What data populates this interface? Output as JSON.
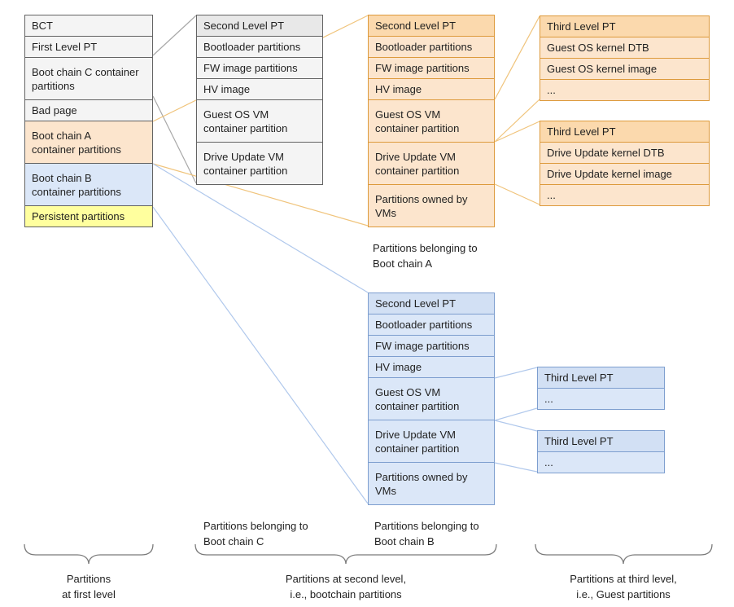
{
  "colors": {
    "gray_fill": "#f4f4f4",
    "gray_header_fill": "#e8e8e8",
    "gray_border": "#636363",
    "orange_fill": "#fce5cd",
    "orange_border": "#dd9a3c",
    "orange_connector": "#f0c47c",
    "blue_fill": "#dbe7f8",
    "blue_border": "#7d9ecf",
    "blue_connector": "#b0c8ec",
    "yellow_fill": "#ffff9e",
    "gray_connector": "#a8a8a8",
    "text": "#1f1f1f"
  },
  "tables": {
    "first_level": {
      "rows": [
        "BCT",
        "First Level PT",
        "Boot chain C container\npartitions",
        "Bad page",
        "Boot chain A\ncontainer partitions",
        "Boot chain B\ncontainer partitions",
        "Persistent partitions"
      ]
    },
    "second_level_c": {
      "header": "Second Level PT",
      "rows": [
        "Bootloader partitions",
        "FW image partitions",
        "HV image",
        "Guest OS VM\ncontainer partition",
        "Drive Update VM\ncontainer partition"
      ]
    },
    "second_level_a": {
      "header": "Second Level PT",
      "rows": [
        "Bootloader partitions",
        "FW image partitions",
        "HV image",
        "Guest OS VM\ncontainer partition",
        "Drive Update VM\ncontainer partition",
        "Partitions owned by\nVMs"
      ]
    },
    "second_level_b": {
      "header": "Second Level PT",
      "rows": [
        "Bootloader partitions",
        "FW image partitions",
        "HV image",
        "Guest OS VM\ncontainer partition",
        "Drive Update VM\ncontainer partition",
        "Partitions owned by\nVMs"
      ]
    },
    "third_guest_a": {
      "header": "Third Level PT",
      "rows": [
        "Guest OS kernel DTB",
        "Guest OS kernel image",
        "..."
      ]
    },
    "third_drive_a": {
      "header": "Third Level PT",
      "rows": [
        "Drive Update kernel DTB",
        "Drive Update kernel image",
        "..."
      ]
    },
    "third_guest_b": {
      "header": "Third Level PT",
      "rows": [
        "..."
      ]
    },
    "third_drive_b": {
      "header": "Third Level PT",
      "rows": [
        "..."
      ]
    }
  },
  "labels": {
    "boot_chain_a": "Partitions belonging to\nBoot chain A",
    "boot_chain_c": "Partitions belonging to\nBoot chain C",
    "boot_chain_b": "Partitions belonging to\nBoot chain B",
    "brace_first": "Partitions\nat first level",
    "brace_second": "Partitions at second level,\ni.e., bootchain partitions",
    "brace_third": "Partitions at third level,\ni.e., Guest partitions"
  }
}
